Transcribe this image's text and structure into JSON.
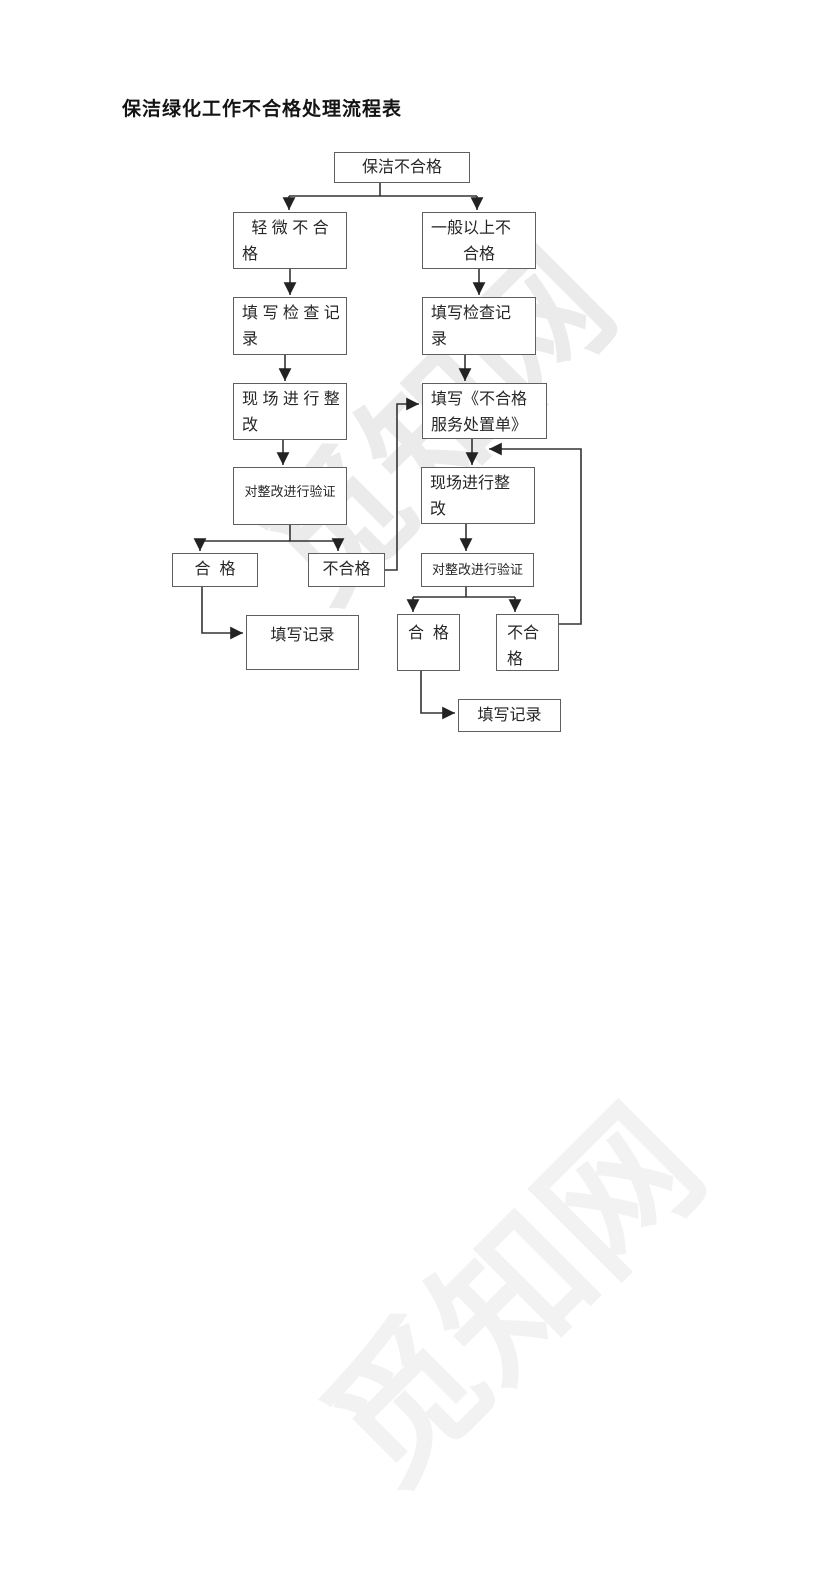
{
  "page": {
    "title": "保洁绿化工作不合格处理流程表",
    "watermark_text": "觅知网"
  },
  "colors": {
    "box_border": "#5f5f5f",
    "connector_line": "#333333",
    "text": "#262626",
    "watermark": "#6e6e6e"
  },
  "flowchart": {
    "start": {
      "line1": "保洁不合格"
    },
    "l1": {
      "line1": "轻 微 不 合",
      "line2": "格"
    },
    "r1": {
      "line1": "一般以上不",
      "line2": "合格"
    },
    "l2": {
      "line1": "填 写 检 查 记",
      "line2": "录"
    },
    "r2": {
      "line1": "填写检查记",
      "line2": "录"
    },
    "l3": {
      "line1": "现 场 进 行 整",
      "line2": "改"
    },
    "r3": {
      "line1": "填写《不合格",
      "line2": "服务处置单》"
    },
    "l4": {
      "line1": "对整改进行验证"
    },
    "r4": {
      "line1": "现场进行整",
      "line2": "改"
    },
    "l_pass": {
      "line1": "合  格"
    },
    "l_fail": {
      "line1": "不合格"
    },
    "r5": {
      "line1": "对整改进行验证"
    },
    "l_record": {
      "line1": "填写记录"
    },
    "r_pass": {
      "line1": "合  格"
    },
    "r_fail": {
      "line1": "不合",
      "line2": "格"
    },
    "r_record": {
      "line1": "填写记录"
    }
  }
}
